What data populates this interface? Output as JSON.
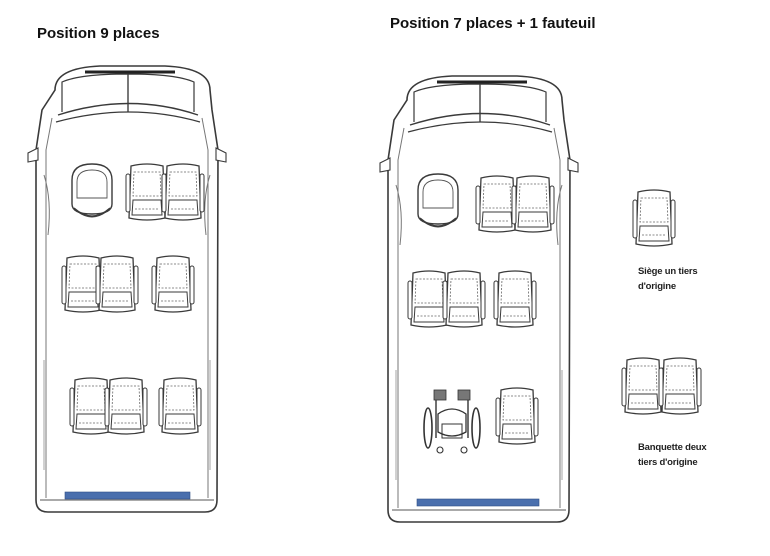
{
  "titles": {
    "left": "Position 9 places",
    "right": "Position 7 places + 1 fauteuil"
  },
  "captions": {
    "single": "Siège un tiers\nd'origine",
    "double": "Banquette deux\ntiers d'origine"
  },
  "colors": {
    "outline": "#3a3a3a",
    "step": "#4a6fad",
    "background": "#ffffff"
  },
  "icons": [
    "van-outline",
    "seat",
    "driver-seat",
    "wheelchair",
    "access-step"
  ]
}
